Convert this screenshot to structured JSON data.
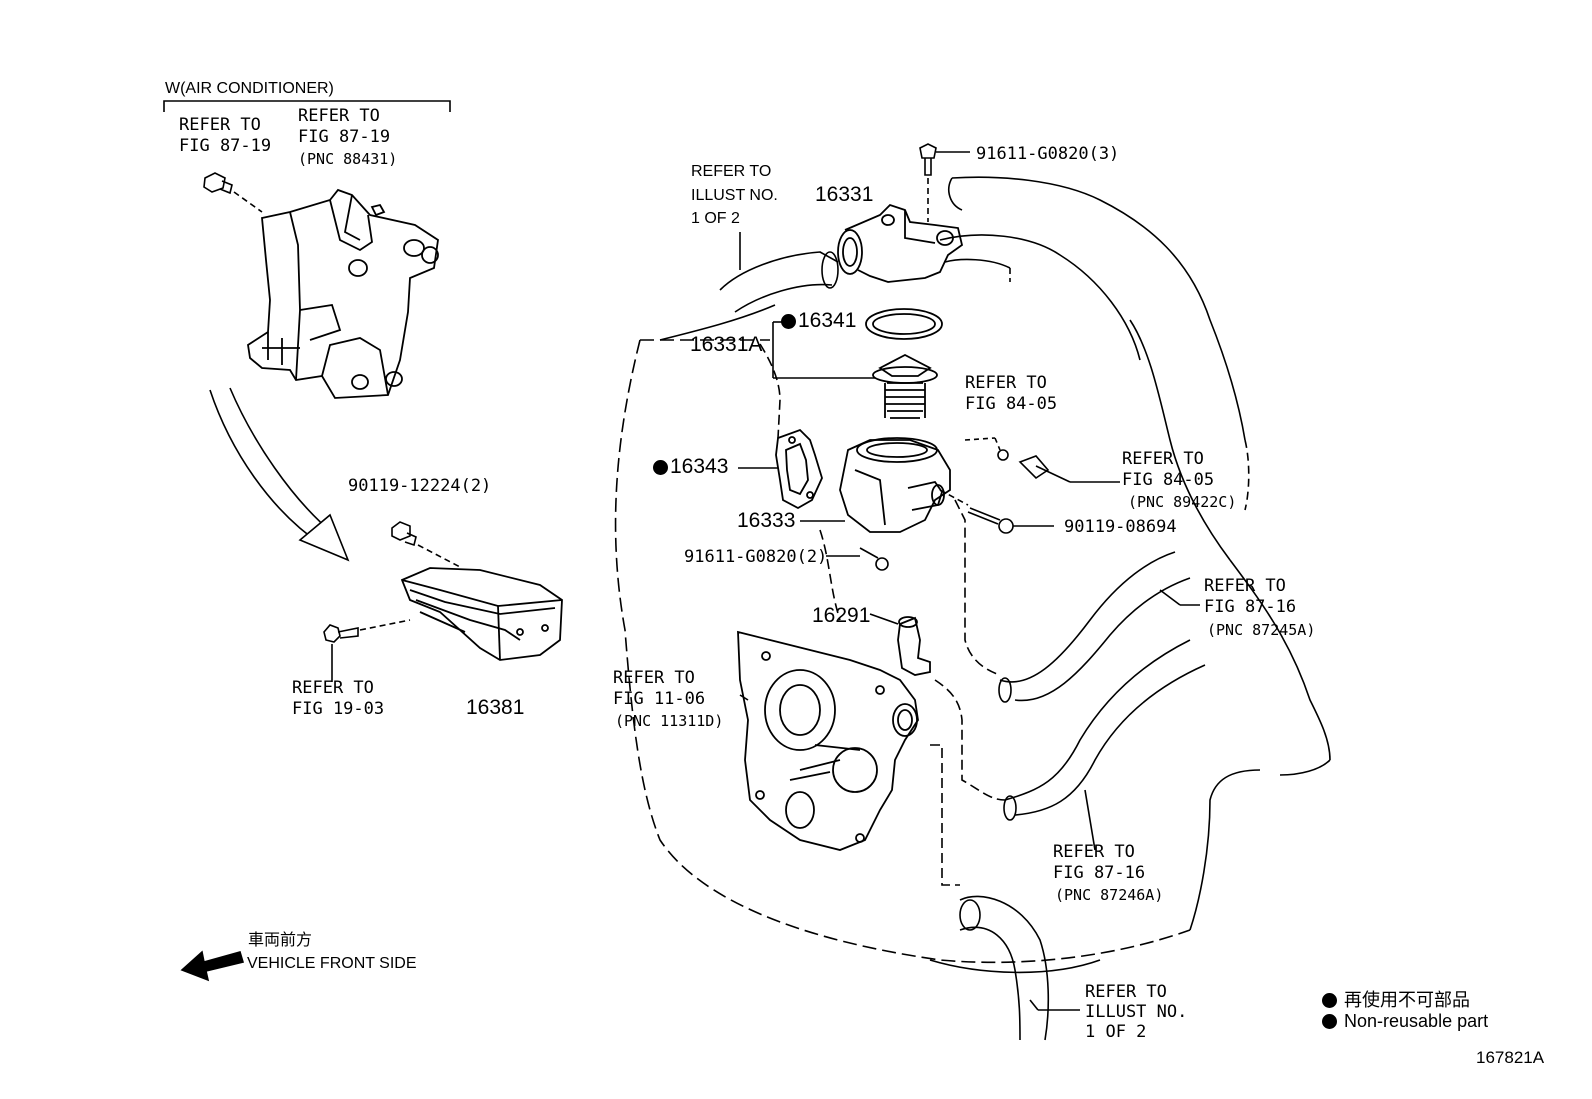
{
  "top_bracket": {
    "title": "W(AIR CONDITIONER)",
    "refer_left": [
      "REFER TO",
      "FIG 87-19"
    ],
    "refer_right": [
      "REFER TO",
      "FIG 87-19",
      "(PNC 88431)"
    ]
  },
  "parts": {
    "p90119_12224": "90119-12224(2)",
    "p16381": "16381",
    "refer_19_03": [
      "REFER TO",
      "FIG 19-03"
    ],
    "p91611_top": "91611-G0820(3)",
    "refer_illust_top": [
      "REFER TO",
      "ILLUST NO.",
      "1 OF 2"
    ],
    "p16331": "16331",
    "p16341": "16341",
    "p16331A": "16331A",
    "refer_84_05_a": [
      "REFER TO",
      "FIG 84-05"
    ],
    "refer_84_05_b": [
      "REFER TO",
      "FIG 84-05",
      "(PNC 89422C)"
    ],
    "p16343": "16343",
    "p16333": "16333",
    "p90119_08694": "90119-08694",
    "p91611_mid": "91611-G0820(2)",
    "refer_87_16_a": [
      "REFER TO",
      "FIG 87-16",
      "(PNC 87245A)"
    ],
    "p16291": "16291",
    "refer_11_06": [
      "REFER TO",
      "FIG 11-06",
      "(PNC 11311D)"
    ],
    "refer_87_16_b": [
      "REFER TO",
      "FIG 87-16",
      "(PNC 87246A)"
    ],
    "refer_illust_bottom": [
      "REFER TO",
      "ILLUST NO.",
      "1 OF 2"
    ]
  },
  "direction": {
    "jp": "車両前方",
    "en": "VEHICLE FRONT SIDE"
  },
  "legend": {
    "jp": "再使用不可部品",
    "en": "Non-reusable part"
  },
  "figure_id": "167821A"
}
